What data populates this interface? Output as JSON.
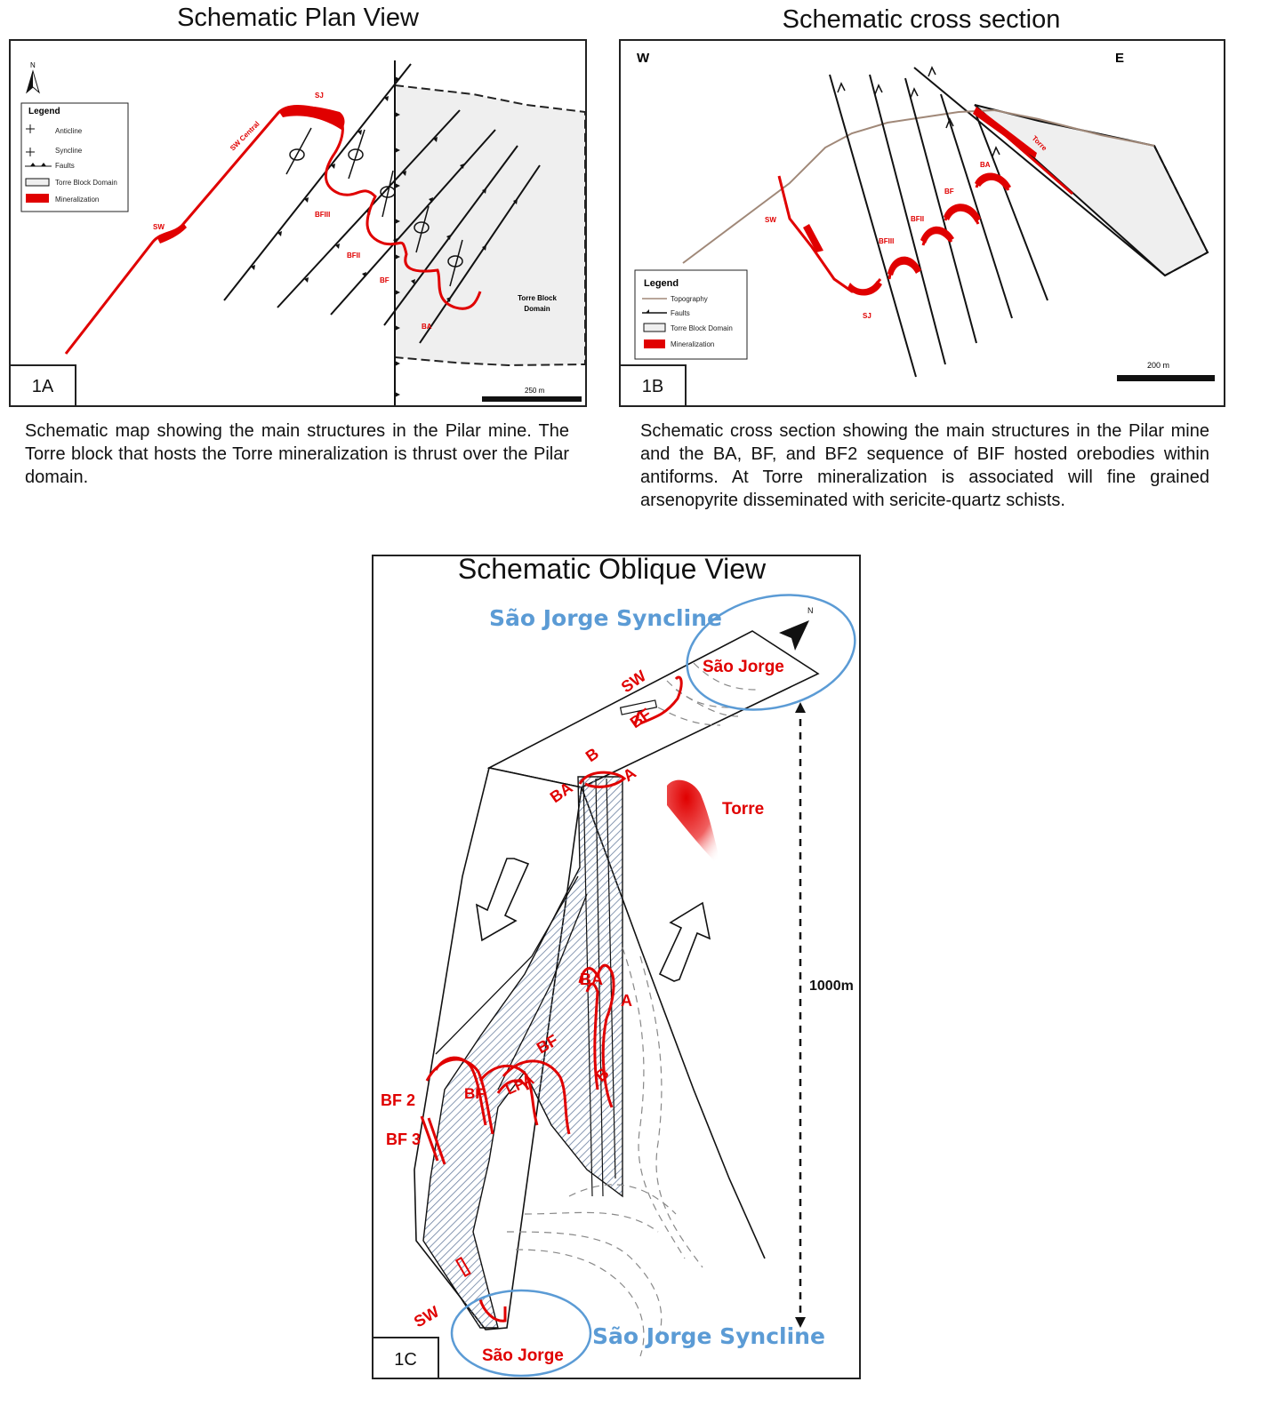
{
  "panelA": {
    "title": "Schematic Plan View",
    "tag": "1A",
    "north": "N",
    "legend": {
      "title": "Legend",
      "items": [
        "Anticline",
        "Syncline",
        "Faults",
        "Torre Block Domain",
        "Mineralization"
      ]
    },
    "labels": {
      "sw": "SW",
      "sw_central": "SW Central",
      "sj": "SJ",
      "bfiii": "BFIII",
      "bfii": "BFII",
      "bf": "BF",
      "ba": "BA",
      "torre_block_1": "Torre Block",
      "torre_block_2": "Domain"
    },
    "scale": "250 m",
    "caption": "Schematic map showing the main structures in the Pilar mine. The Torre block that hosts the Torre mineralization is thrust over the Pilar domain."
  },
  "panelB": {
    "title": "Schematic cross section",
    "tag": "1B",
    "west": "W",
    "east": "E",
    "legend": {
      "title": "Legend",
      "items": [
        "Topography",
        "Faults",
        "Torre Block Domain",
        "Mineralization"
      ]
    },
    "labels": {
      "sw": "SW",
      "sj": "SJ",
      "bfiii": "BFIII",
      "bfii": "BFII",
      "bf": "BF",
      "ba": "BA",
      "torre": "Torre"
    },
    "scale": "200 m",
    "caption": "Schematic cross section showing the main structures in the Pilar mine and the BA, BF, and BF2 sequence of BIF hosted orebodies within antiforms. At Torre mineralization is associated will fine grained arsenopyrite disseminated with sericite-quartz schists."
  },
  "panelC": {
    "title": "Schematic Oblique View",
    "tag": "1C",
    "syncline_top": "São Jorge Syncline",
    "syncline_bottom": "São Jorge Syncline",
    "sao_jorge_top": "São Jorge",
    "sao_jorge_bottom": "São Jorge",
    "torre": "Torre",
    "depth": "1000m",
    "labels": {
      "sw_top": "SW",
      "bf_top": "BF",
      "b_top": "B",
      "ba_top": "BA",
      "a_top": "A",
      "ba_mid": "BA",
      "a_mid": "A",
      "bf_mid": "BF",
      "b_mid": "B",
      "bf2": "BF 2",
      "bf3": "BF 3",
      "bf_low": "BF",
      "lpa": "LPA",
      "sw_bottom": "SW"
    }
  },
  "colors": {
    "mineralization": "#e00000",
    "syncline_blue": "#5b9bd5",
    "torre_block": "#efefef",
    "topography": "#a08878",
    "hatch": "#6a7fa0"
  }
}
